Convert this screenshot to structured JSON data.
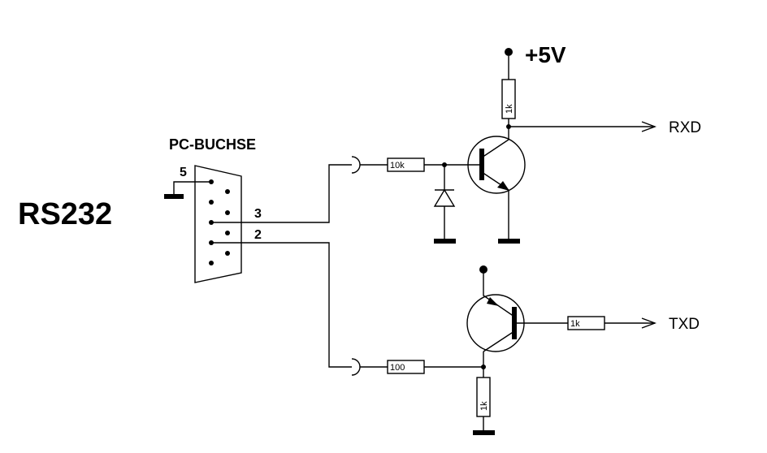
{
  "title": "RS232",
  "connector": {
    "label": "PC-BUCHSE",
    "pin_5": "5",
    "pin_3": "3",
    "pin_2": "2"
  },
  "supply": {
    "label": "+5V"
  },
  "signals": {
    "rxd": "RXD",
    "txd": "TXD"
  },
  "resistors": {
    "r_base_rx": "10k",
    "r_pullup_rx": "1k",
    "r_in_tx": "100",
    "r_emitter_tx": "1k",
    "r_out_tx": "1k"
  }
}
